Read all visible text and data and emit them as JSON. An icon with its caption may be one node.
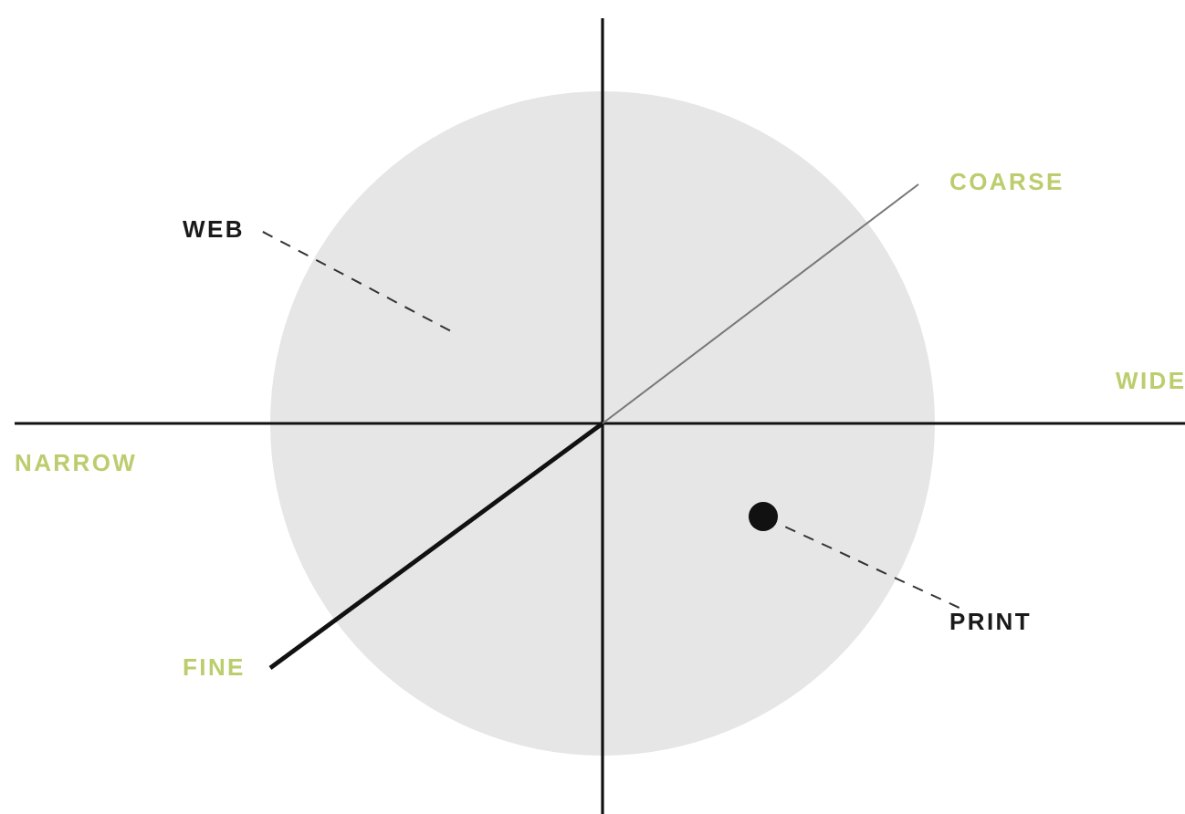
{
  "diagram": {
    "nodes": [
      {
        "text": [
          "WEB"
        ]
      },
      {
        "text": [],
        "shape": "circle"
      },
      {
        "text": [
          "PRINT"
        ]
      }
    ],
    "edges": [
      {
        "from": 0,
        "to": null,
        "arrow": "none",
        "style": "dashed"
      },
      {
        "from": 2,
        "to": 1,
        "arrow": "none",
        "style": "dashed"
      }
    ],
    "labels": [
      "COARSE",
      "WIDE",
      "NARROW",
      "FINE"
    ]
  }
}
